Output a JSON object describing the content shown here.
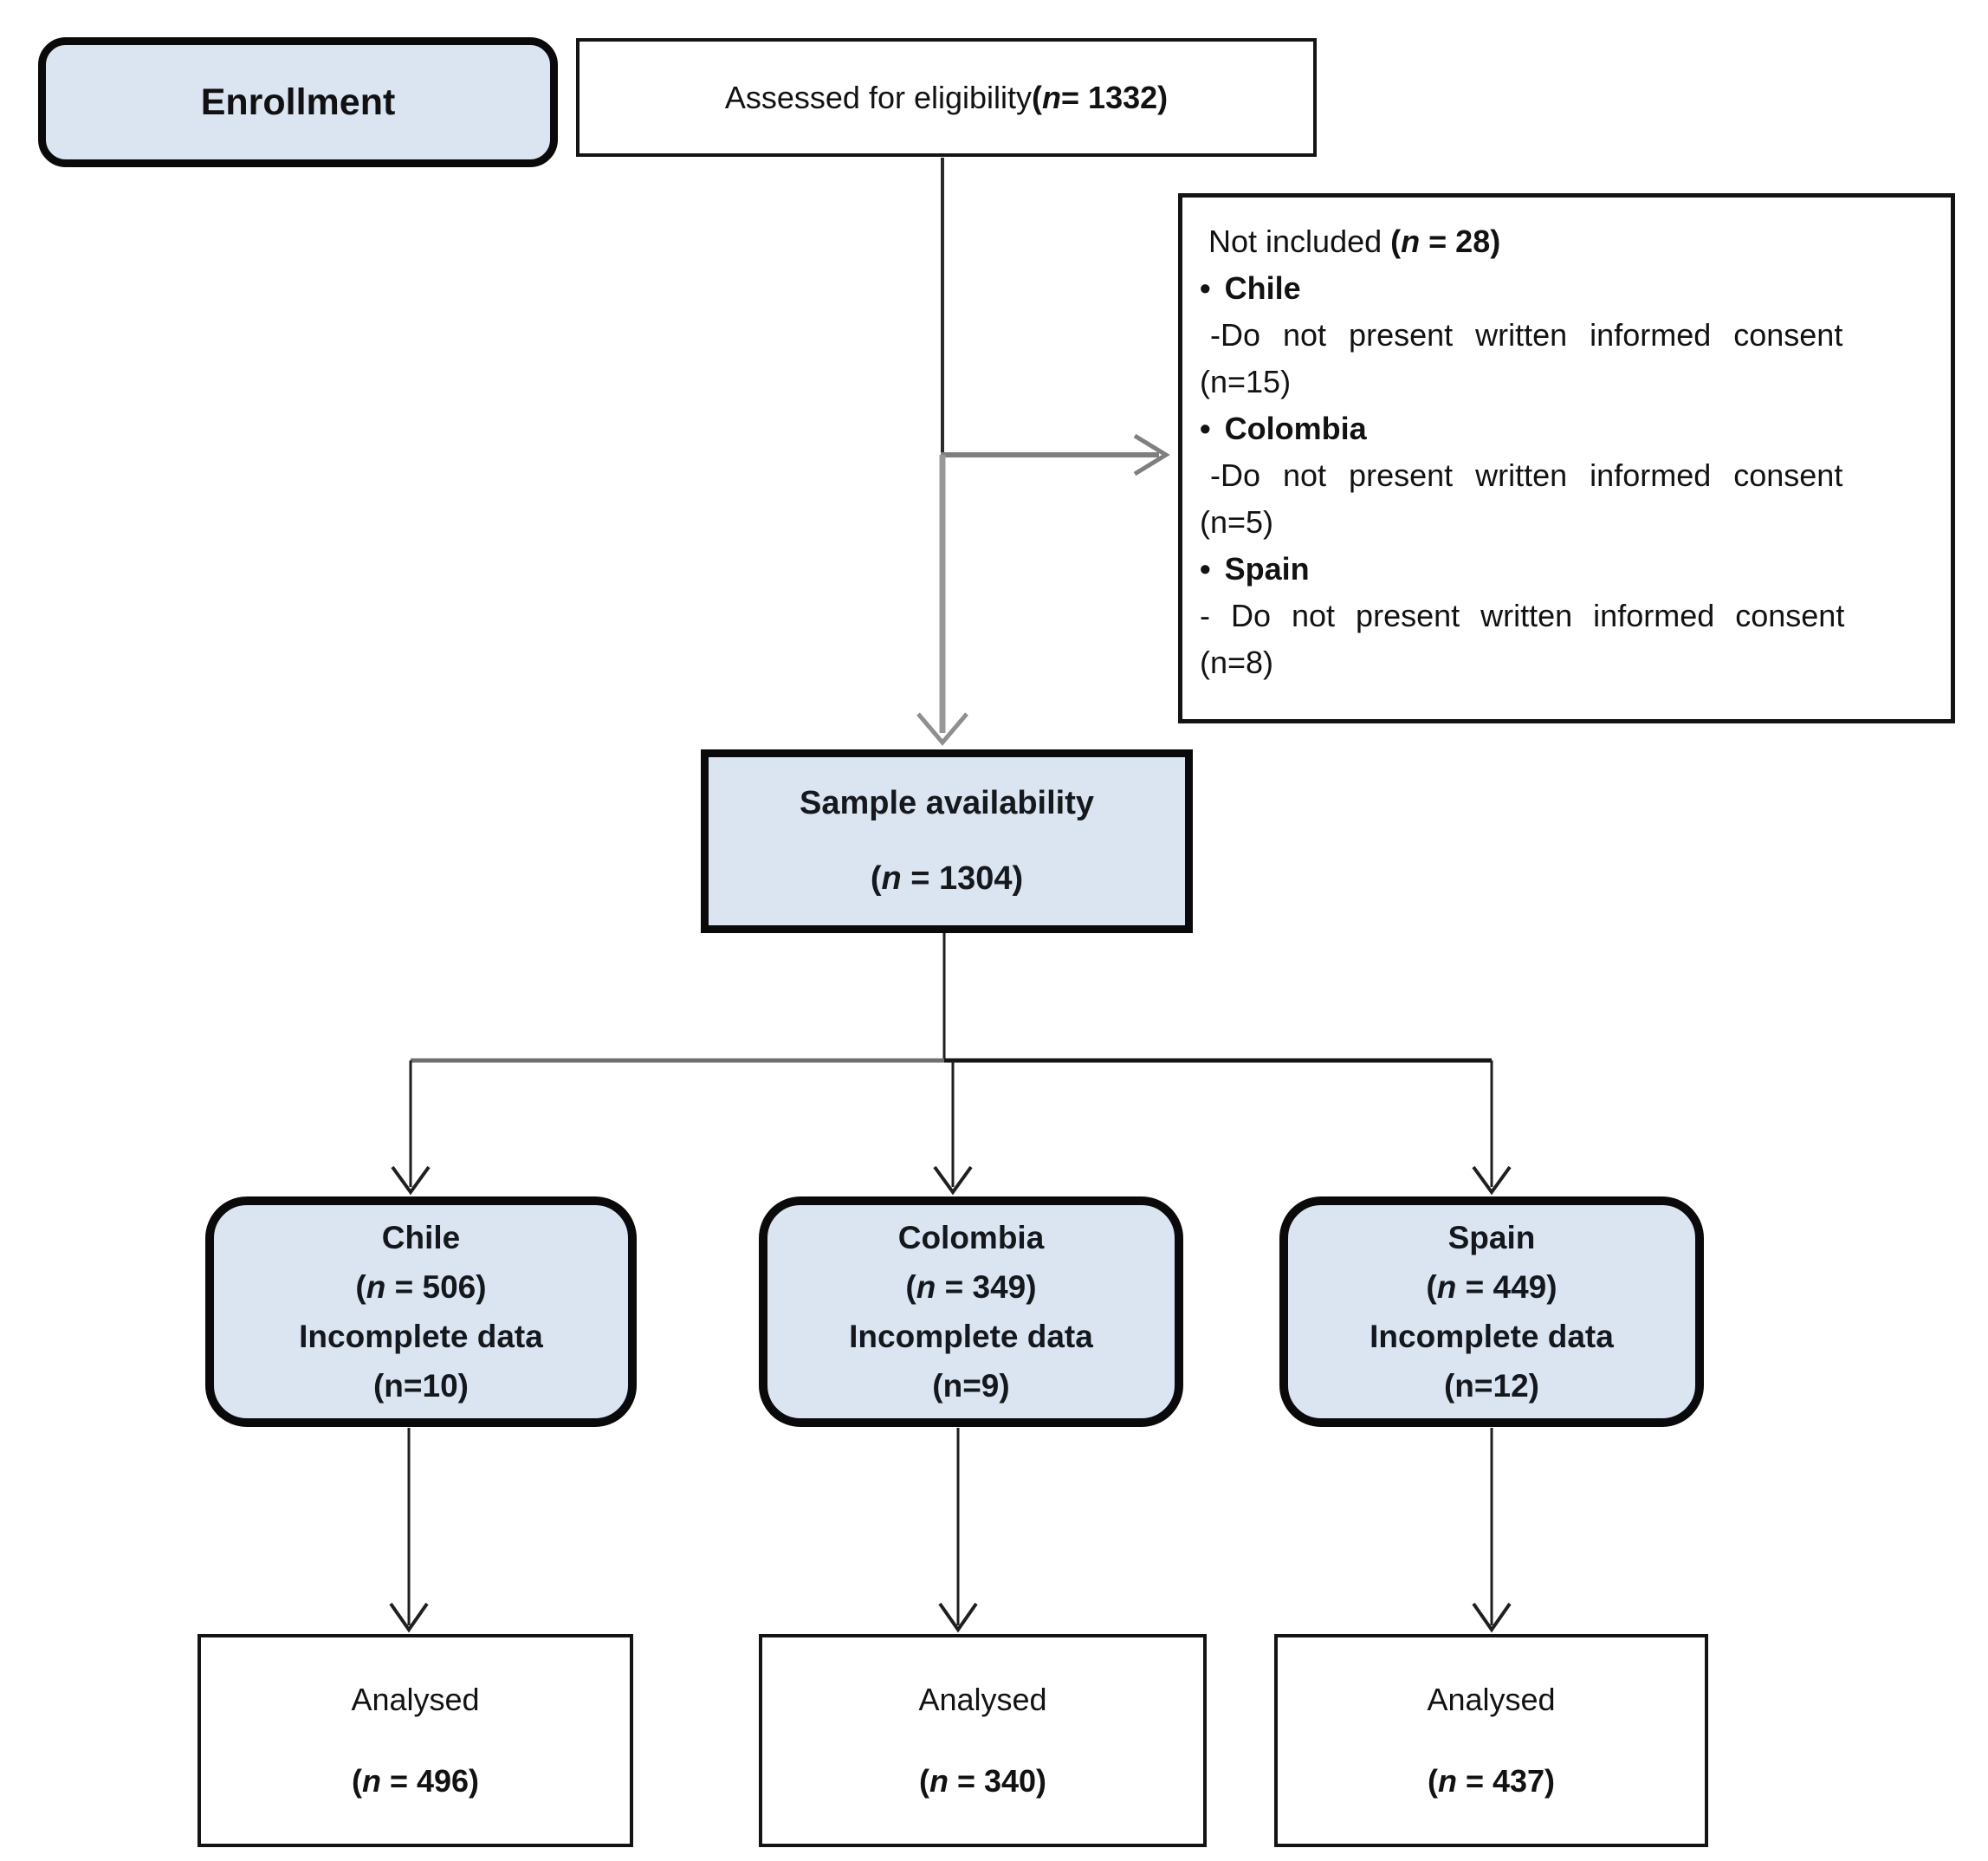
{
  "enrollment_box": {
    "label": "Enrollment"
  },
  "assessed_box": {
    "label": "Assessed for eligibility ",
    "n_group": {
      "open": "(",
      "n": "n",
      "rest": " = 1332)"
    }
  },
  "not_included_box": {
    "header": {
      "label": "Not included ",
      "open": "(",
      "n": "n",
      "rest": " = 28)"
    },
    "bullet": "•",
    "groups": [
      {
        "country": "Chile",
        "reason": "-Do not present written informed consent",
        "count": "(n=15)"
      },
      {
        "country": "Colombia",
        "reason": "-Do not present written informed consent",
        "count": "(n=5)"
      },
      {
        "country": "Spain",
        "reason": "- Do not present written informed consent",
        "count": "(n=8)"
      }
    ]
  },
  "sample_box": {
    "title": "Sample availability",
    "n_group": {
      "open": "(",
      "n": "n",
      "rest": " = 1304)"
    }
  },
  "countries": [
    {
      "name": "Chile",
      "n_group": {
        "open": "(",
        "n": "n",
        "rest": " = 506)"
      },
      "incomplete_label": "Incomplete data",
      "incomplete_count": "(n=10)",
      "analysed": {
        "label": "Analysed",
        "open": "(",
        "n": "n",
        "rest": " = 496)"
      }
    },
    {
      "name": "Colombia",
      "n_group": {
        "open": "(",
        "n": "n",
        "rest": " = 349)"
      },
      "incomplete_label": "Incomplete data",
      "incomplete_count": "(n=9)",
      "analysed": {
        "label": "Analysed",
        "open": "(",
        "n": "n",
        "rest": " = 340)"
      }
    },
    {
      "name": "Spain",
      "n_group": {
        "open": "(",
        "n": "n",
        "rest": " = 449)"
      },
      "incomplete_label": "Incomplete data",
      "incomplete_count": "(n=12)",
      "analysed": {
        "label": "Analysed",
        "open": "(",
        "n": "n",
        "rest": " = 437)"
      }
    }
  ],
  "colors": {
    "box_fill": "#dbe5f1",
    "box_border": "#0a0a0a",
    "thin_border": "#141414",
    "connector_gray": "#808080",
    "connector_dark": "#1f1f1f"
  }
}
